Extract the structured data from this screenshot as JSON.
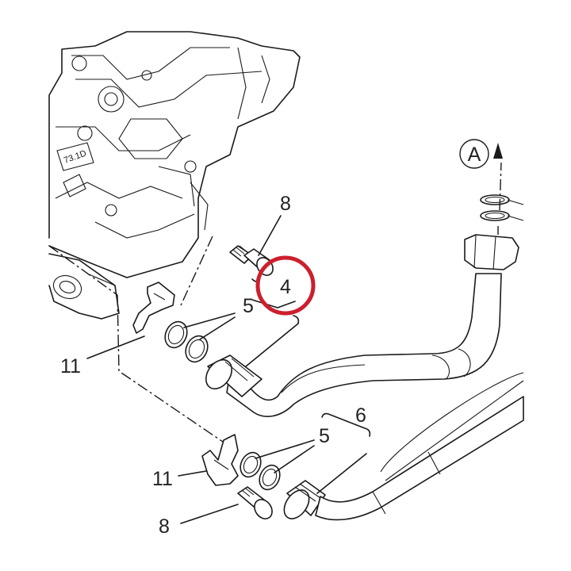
{
  "callouts": {
    "view_ref": "A",
    "highlighted_part": "4",
    "bolt_top": "8",
    "bolt_bottom": "8",
    "orings_top": "5",
    "orings_bottom": "5",
    "pipe_assembly": "6",
    "clip_top": "11",
    "clip_bottom": "11"
  },
  "colors": {
    "highlight_ring": "#cc1f2d",
    "line_art": "#1a1a1a",
    "background": "#ffffff"
  }
}
